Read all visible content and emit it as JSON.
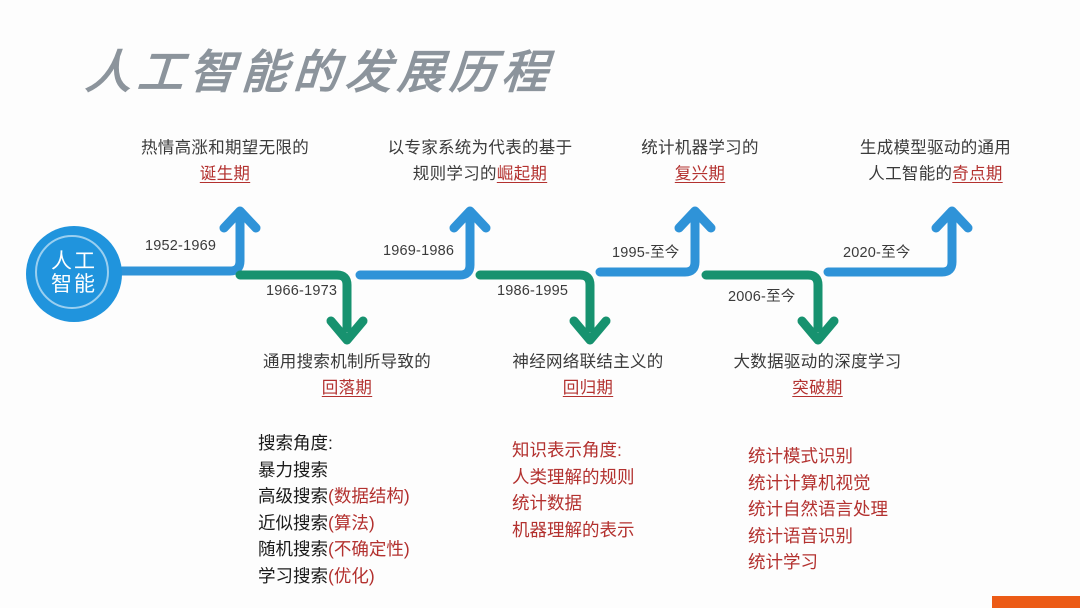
{
  "slide": {
    "title": "人工智能的发展历程",
    "background_color": "#fdfdfd",
    "accent_color": "#ec5b16"
  },
  "node": {
    "line1": "人工",
    "line2": "智能",
    "color": "#2094dd"
  },
  "colors": {
    "up_arrow": "#2f93d8",
    "down_arrow": "#17926f",
    "highlight_text": "#b3312f",
    "body_text": "#3a3a3a",
    "title_text": "#8c949c"
  },
  "edges": [
    {
      "id": "e1",
      "label": "1952-1969",
      "direction": "up",
      "color": "#2f93d8"
    },
    {
      "id": "e2",
      "label": "1966-1973",
      "direction": "down",
      "color": "#17926f"
    },
    {
      "id": "e3",
      "label": "1969-1986",
      "direction": "up",
      "color": "#2f93d8"
    },
    {
      "id": "e4",
      "label": "1986-1995",
      "direction": "down",
      "color": "#17926f"
    },
    {
      "id": "e5",
      "label": "1995-至今",
      "direction": "up",
      "color": "#2f93d8"
    },
    {
      "id": "e6",
      "label": "2006-至今",
      "direction": "down",
      "color": "#17926f"
    },
    {
      "id": "e7",
      "label": "2020-至今",
      "direction": "up",
      "color": "#2f93d8"
    }
  ],
  "periods_top": [
    {
      "desc": "热情高涨和期望无限的",
      "name": "诞生期",
      "desc2": ""
    },
    {
      "desc": "以专家系统为代表的基于",
      "desc2": "规则学习的",
      "name": "崛起期"
    },
    {
      "desc": "统计机器学习的",
      "name": "复兴期",
      "desc2": ""
    },
    {
      "desc": "生成模型驱动的通用",
      "desc2": "人工智能的",
      "name": "奇点期"
    }
  ],
  "periods_bottom": [
    {
      "desc": "通用搜索机制所导致的",
      "name": "回落期"
    },
    {
      "desc": "神经网络联结主义的",
      "name": "回归期"
    },
    {
      "desc": "大数据驱动的深度学习",
      "name": "突破期"
    }
  ],
  "notes": [
    {
      "id": "note-search",
      "lines": [
        {
          "black": "搜索角度:",
          "red": ""
        },
        {
          "black": "暴力搜索",
          "red": ""
        },
        {
          "black": "高级搜索",
          "red": "(数据结构)"
        },
        {
          "black": "近似搜索",
          "red": "(算法)"
        },
        {
          "black": "随机搜索",
          "red": "(不确定性)"
        },
        {
          "black": "学习搜索",
          "red": "(优化)"
        }
      ]
    },
    {
      "id": "note-knowledge",
      "all_red": true,
      "lines": [
        {
          "black": "知识表示角度:",
          "red": ""
        },
        {
          "black": "人类理解的规则",
          "red": ""
        },
        {
          "black": "统计数据",
          "red": ""
        },
        {
          "black": "机器理解的表示",
          "red": ""
        }
      ]
    },
    {
      "id": "note-statistics",
      "all_red": true,
      "lines": [
        {
          "black": "统计模式识别",
          "red": ""
        },
        {
          "black": "统计计算机视觉",
          "red": ""
        },
        {
          "black": "统计自然语言处理",
          "red": ""
        },
        {
          "black": "统计语音识别",
          "red": ""
        },
        {
          "black": "统计学习",
          "red": ""
        }
      ]
    }
  ]
}
